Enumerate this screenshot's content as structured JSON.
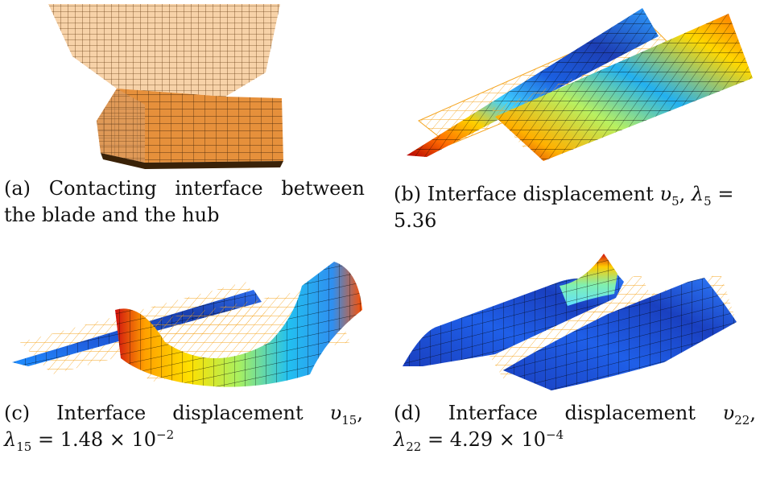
{
  "panels": [
    {
      "id": "a",
      "caption_line1": "(a)  Contacting  interface  between",
      "caption_line2": "the blade and the hub"
    },
    {
      "id": "b",
      "caption_tag": "(b) Interface displacement",
      "caption_sym": "υ",
      "caption_sub": "5",
      "caption_lam": "λ",
      "caption_lam_sub": "5",
      "caption_eq": "=",
      "caption_line2": "5.36"
    },
    {
      "id": "c",
      "caption_tag": "(c)   Interface   displacement",
      "caption_sym": "υ",
      "caption_sub": "15",
      "caption_lam": "λ",
      "caption_lam_sub": "15",
      "caption_value": "= 1.48 × 10",
      "caption_exp": "−2"
    },
    {
      "id": "d",
      "caption_tag": "(d)   Interface   displacement",
      "caption_sym": "υ",
      "caption_sub": "22",
      "caption_lam": "λ",
      "caption_lam_sub": "22",
      "caption_value": "= 4.29 × 10",
      "caption_exp": "−4"
    }
  ],
  "colors": {
    "mesh_orange": "#f5a623",
    "hub_tan": "#f6c99a",
    "hub_dark": "#8a5a2b"
  }
}
